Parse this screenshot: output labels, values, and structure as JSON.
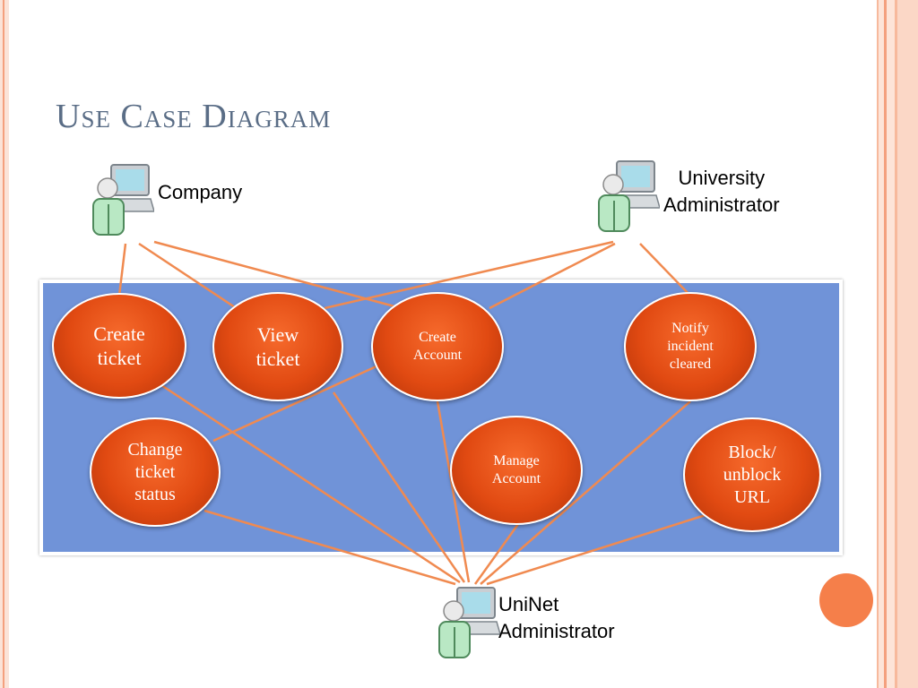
{
  "slide": {
    "title": "Use Case Diagram"
  },
  "actors": {
    "company": {
      "label": "Company"
    },
    "university_admin": {
      "label_line1": "University",
      "label_line2": "Administrator"
    },
    "uninet_admin": {
      "label_line1": "UniNet",
      "label_line2": "Administrator"
    }
  },
  "use_cases": {
    "create_ticket": {
      "line1": "Create",
      "line2": "ticket"
    },
    "view_ticket": {
      "line1": "View",
      "line2": "ticket"
    },
    "create_account": {
      "line1": "Create",
      "line2": "Account"
    },
    "notify_incident": {
      "line1": "Notify",
      "line2": "incident",
      "line3": "cleared"
    },
    "change_status": {
      "line1": "Change",
      "line2": "ticket",
      "line3": "status"
    },
    "manage_account": {
      "line1": "Manage",
      "line2": "Account"
    },
    "block_url": {
      "line1": "Block/",
      "line2": "unblock",
      "line3": "URL"
    }
  },
  "colors": {
    "system_box": "#7093d8",
    "use_case": "#e14a12",
    "connector": "#f08a50",
    "title": "#5a6d86"
  }
}
